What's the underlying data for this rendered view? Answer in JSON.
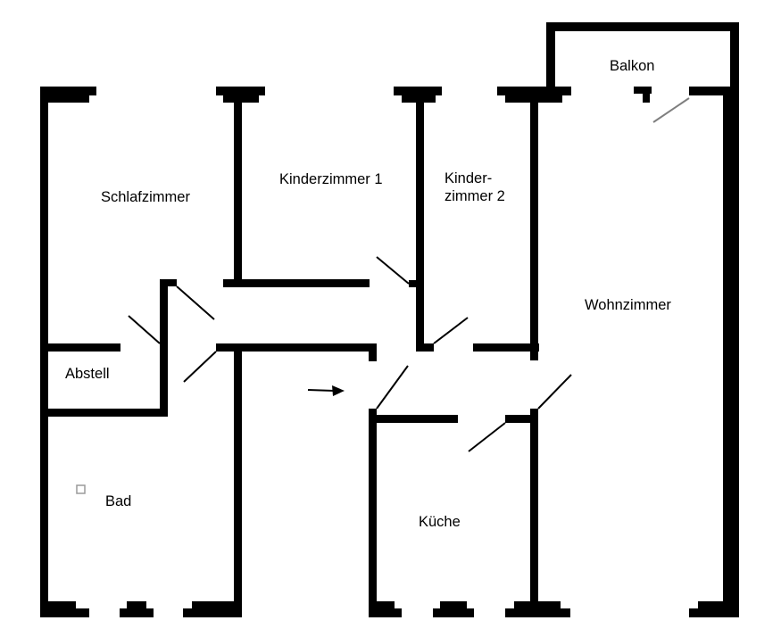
{
  "rooms": {
    "balkon": "Balkon",
    "schlafzimmer": "Schlafzimmer",
    "kinderzimmer1": "Kinderzimmer 1",
    "kinderzimmer2_line1": "Kinder-",
    "kinderzimmer2_line2": "zimmer 2",
    "wohnzimmer": "Wohnzimmer",
    "abstell": "Abstell",
    "bad": "Bad",
    "kueche": "Küche"
  },
  "icons": {
    "entrance": "entrance-arrow-icon",
    "bad_fixture": "square-fixture-icon"
  },
  "colors": {
    "wall": "#000000",
    "door": "#000000",
    "balcony_door": "#7f7f7f",
    "fixture": "#9a9a9a"
  }
}
